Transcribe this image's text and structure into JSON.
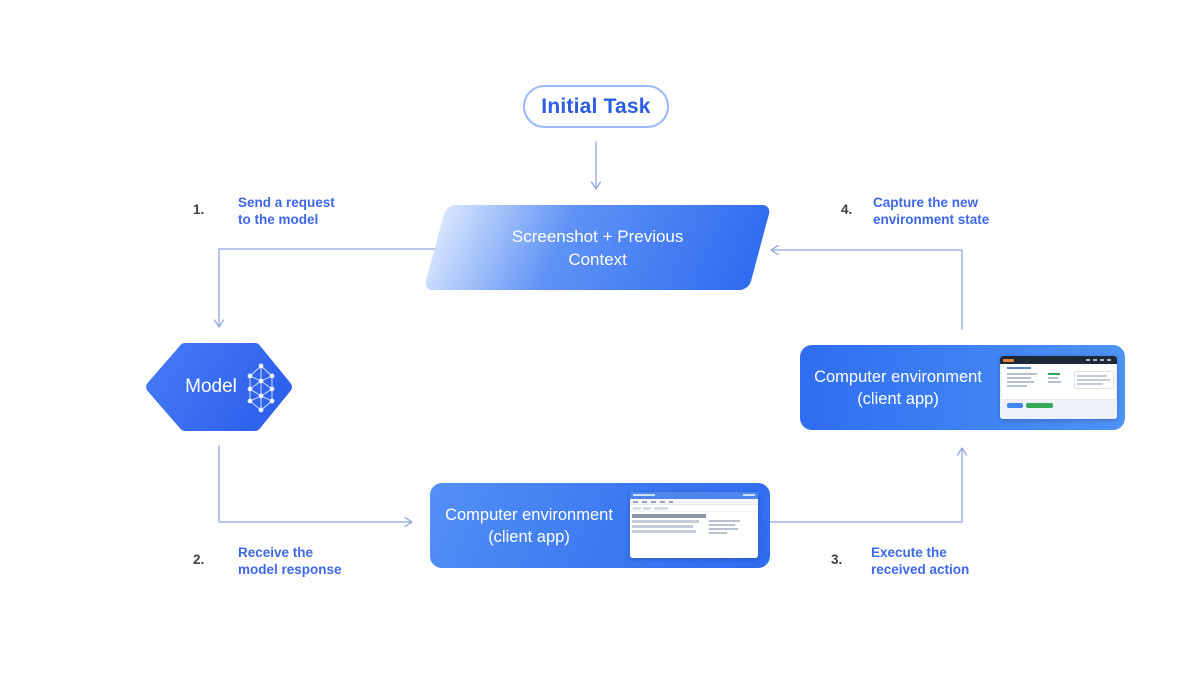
{
  "colors": {
    "primary_blue": "#2f6bf0",
    "sky_blue": "#4e93f6",
    "gradient_light": "#d9e6fd",
    "connector": "#8ea6dd",
    "label_blue": "#3e68e8",
    "number_gray": "#3c4043",
    "pill_border": "#9cb8f8",
    "pill_text": "#2b5de4",
    "thumb_header_navy": "#1d2936",
    "thumb_titlebar_blue": "#4d86ec",
    "thumb_button_green": "#34a853",
    "thumb_button_blue": "#4285f4",
    "thumb_logo_orange": "#e8833a"
  },
  "nodes": {
    "initial_task": {
      "label": "Initial Task"
    },
    "screenshot_context": {
      "line1": "Screenshot + Previous",
      "line2": "Context"
    },
    "model": {
      "label": "Model",
      "icon": "neural-network-icon"
    },
    "computer_environment_bottom": {
      "line1": "Computer environment",
      "line2": "(client app)",
      "thumbnail": "file-manager-window-screenshot"
    },
    "computer_environment_right": {
      "line1": "Computer environment",
      "line2": "(client app)",
      "thumbnail": "web-form-window-screenshot"
    }
  },
  "steps": [
    {
      "num": "1.",
      "text": "Send a request\nto the model"
    },
    {
      "num": "2.",
      "text": "Receive the\nmodel response"
    },
    {
      "num": "3.",
      "text": "Execute the\nreceived action"
    },
    {
      "num": "4.",
      "text": "Capture the new\nenvironment state"
    }
  ]
}
